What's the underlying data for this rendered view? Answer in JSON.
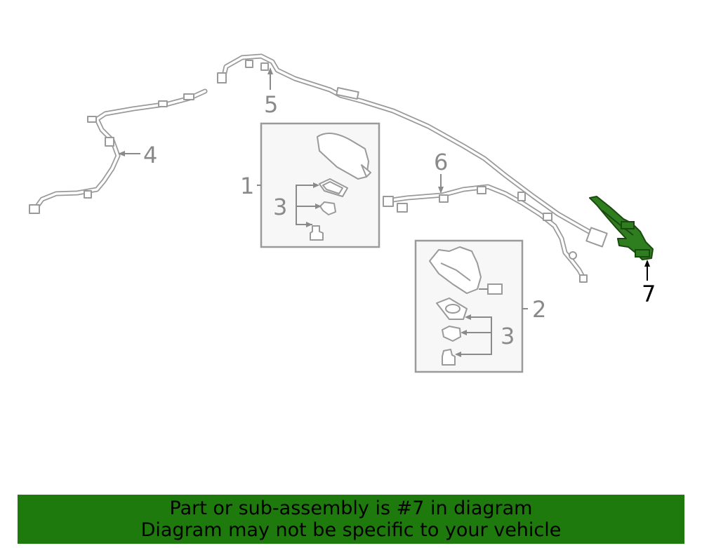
{
  "callouts": {
    "one": "1",
    "two": "2",
    "three_a": "3",
    "three_b": "3",
    "four": "4",
    "five": "5",
    "six": "6",
    "seven": "7"
  },
  "banner": {
    "line1": "Part or sub-assembly is #7 in diagram",
    "line2": "Diagram may not be specific to your vehicle"
  },
  "colors": {
    "highlight_part": "#2e7d1e",
    "banner_background": "#1f7a0e",
    "line_gray": "#9a9a9a"
  }
}
